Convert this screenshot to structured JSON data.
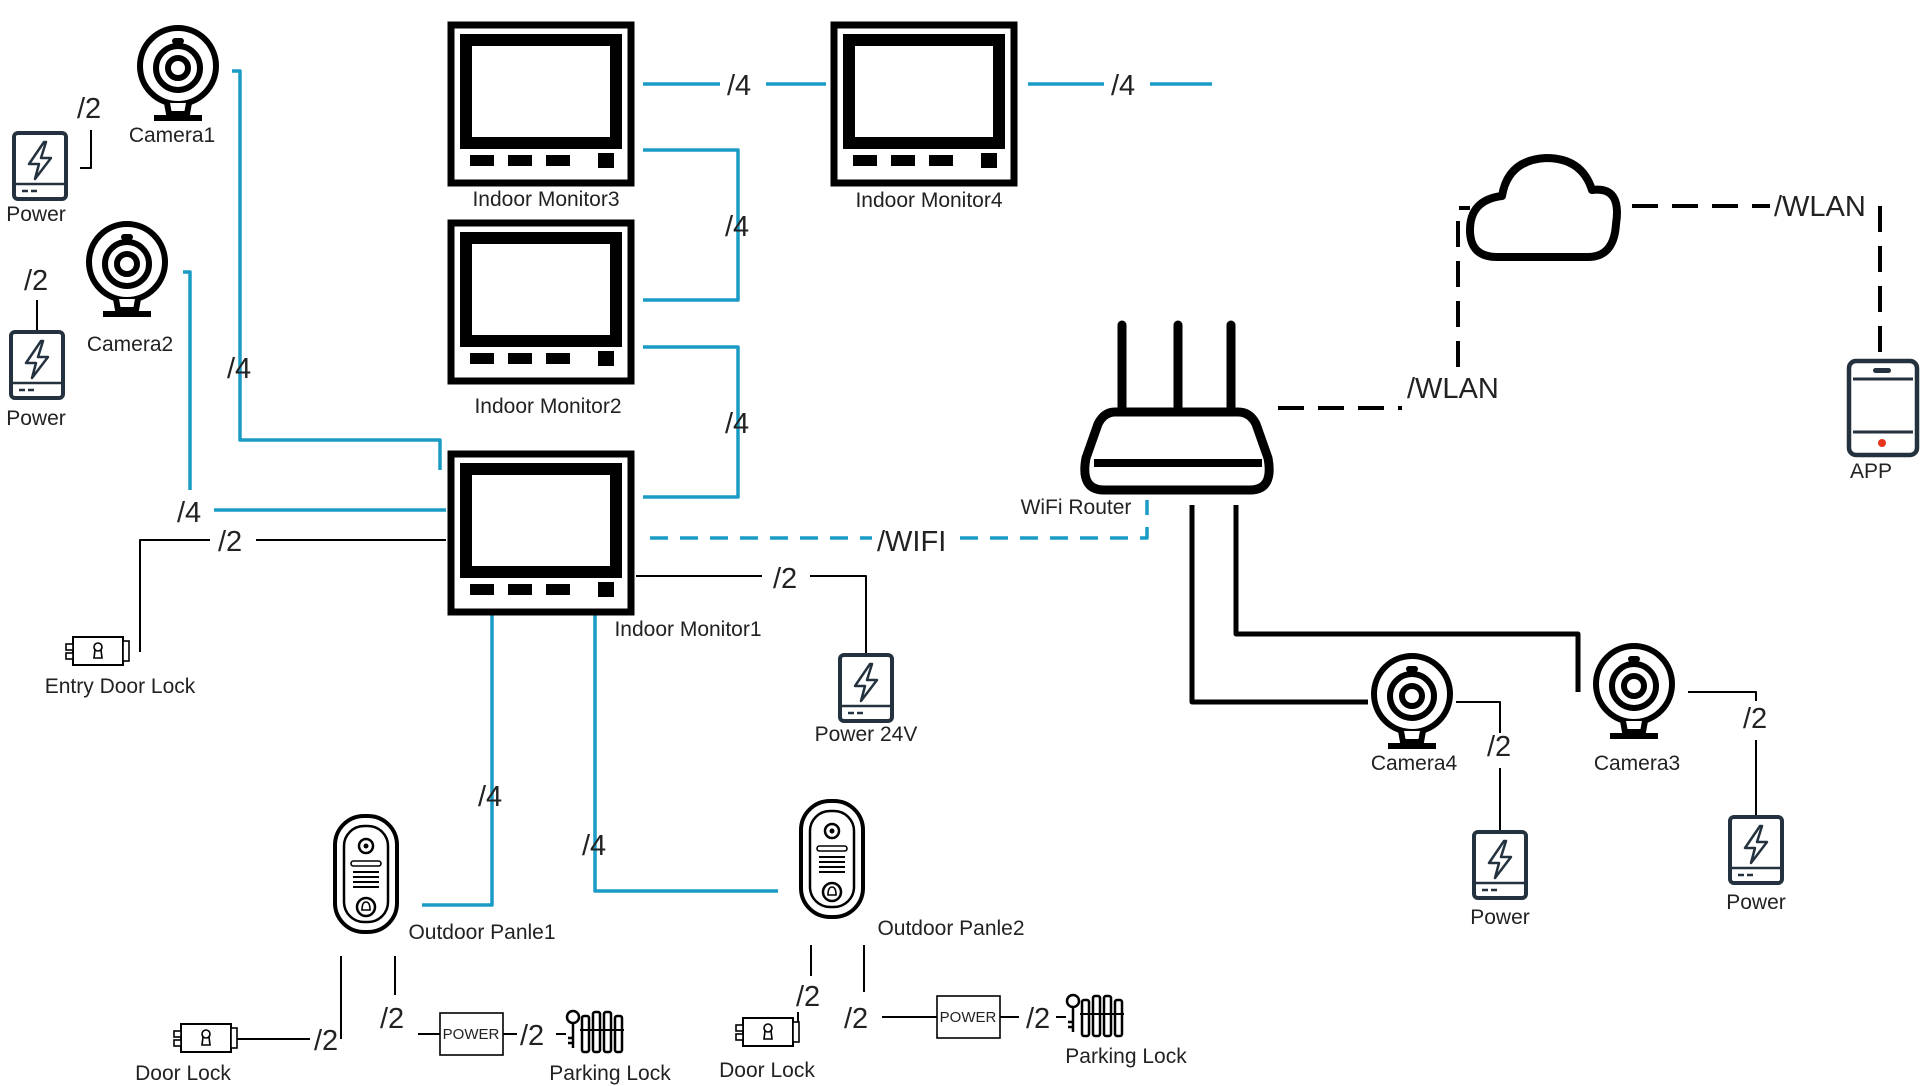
{
  "colors": {
    "blue": "#1a9bc6",
    "black": "#000000",
    "red": "#e8341c",
    "device_dark": "#24323f",
    "text": "#222222"
  },
  "monitors": {
    "m1": "Indoor Monitor1",
    "m2": "Indoor Monitor2",
    "m3": "Indoor Monitor3",
    "m4": "Indoor Monitor4"
  },
  "cameras": {
    "c1": "Camera1",
    "c2": "Camera2",
    "c3": "Camera3",
    "c4": "Camera4"
  },
  "power": {
    "generic": "Power",
    "v24": "Power 24V",
    "box": "POWER"
  },
  "router": "WiFi Router",
  "app": "APP",
  "locks": {
    "entry": "Entry Door Lock",
    "door": "Door Lock",
    "parking": "Parking Lock"
  },
  "panels": {
    "p1": "Outdoor Panle1",
    "p2": "Outdoor Panle2"
  },
  "wires": {
    "four": "/4",
    "two": "/2",
    "wifi": "/WIFI",
    "wlan": "/WLAN"
  }
}
